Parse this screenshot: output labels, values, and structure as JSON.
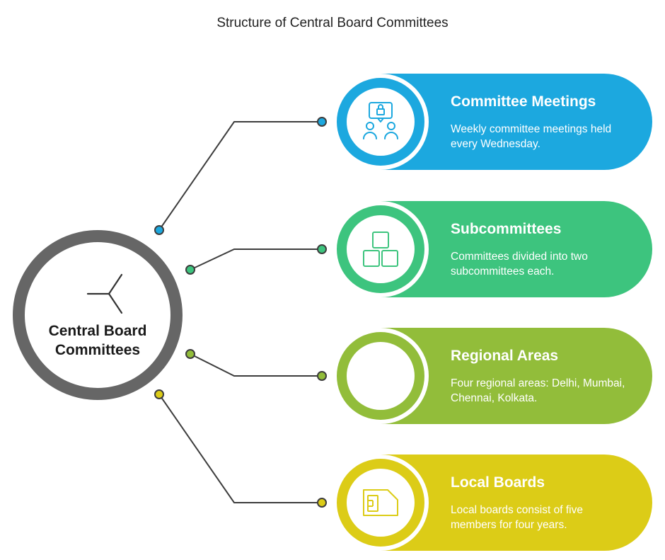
{
  "title": "Structure of Central Board Committees",
  "hub": {
    "label": "Central Board Committees",
    "color": "#666666"
  },
  "cards": [
    {
      "title": "Committee Meetings",
      "description": "Weekly committee meetings held every Wednesday.",
      "color": "#1ca8df",
      "icon": "meeting-icon"
    },
    {
      "title": "Subcommittees",
      "description": "Committees divided into two subcommittees each.",
      "color": "#3dc47e",
      "icon": "boxes-icon"
    },
    {
      "title": "Regional Areas",
      "description": "Four regional areas: Delhi, Mumbai, Chennai, Kolkata.",
      "color": "#92bd3a",
      "icon": ""
    },
    {
      "title": "Local Boards",
      "description": "Local boards consist of five members for four years.",
      "color": "#dccc17",
      "icon": "sim-card-icon"
    }
  ]
}
